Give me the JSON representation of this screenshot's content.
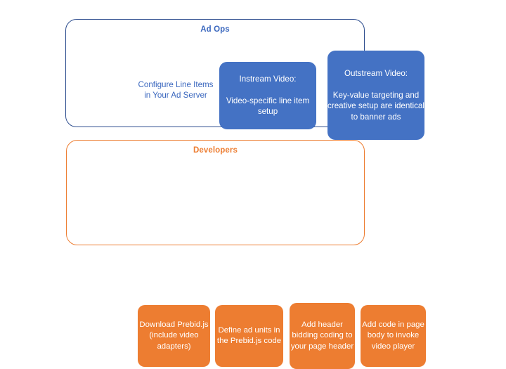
{
  "colors": {
    "blue_fill": "#4472C4",
    "blue_outline": "#2E4E8F",
    "blue_text": "#3A67BE",
    "orange_fill": "#ED7D31",
    "orange_outline": "#ED7D31",
    "orange_text": "#ED7D31",
    "card_text": "#FFFFFF",
    "background": "#FFFFFF"
  },
  "adops": {
    "title": "Ad Ops",
    "configure": {
      "lines": [
        "Configure Line",
        "Items in Your Ad",
        "Server"
      ],
      "text": "Configure Line Items in Your Ad Server"
    },
    "cards": [
      {
        "heading": "Instream Video:",
        "body": "Video-specific line item setup"
      },
      {
        "heading": "Outstream Video:",
        "body": "Key-value targeting and creative setup are identical to banner ads"
      }
    ]
  },
  "developers": {
    "title": "Developers",
    "cards": [
      {
        "body": "Download Prebid.js (include video adapters)"
      },
      {
        "body": "Define ad units in the Prebid.js code"
      },
      {
        "body": "Add header bidding coding to your page header"
      },
      {
        "body": "Add code in page body to invoke video player"
      }
    ]
  }
}
